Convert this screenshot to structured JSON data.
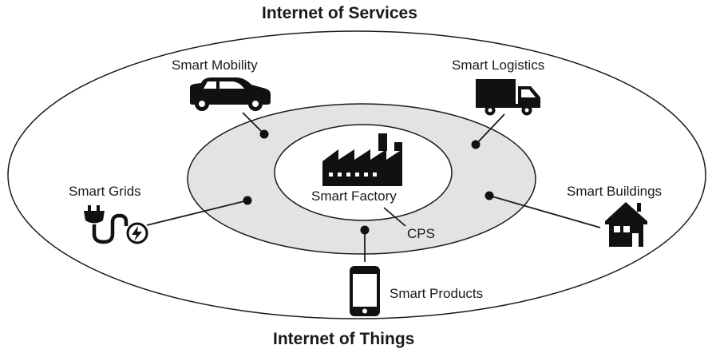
{
  "titles": {
    "top": "Internet of Services",
    "bottom": "Internet of Things"
  },
  "labels": {
    "smart_mobility": "Smart Mobility",
    "smart_logistics": "Smart Logistics",
    "smart_grids": "Smart Grids",
    "smart_buildings": "Smart Buildings",
    "smart_factory": "Smart Factory",
    "cps": "CPS",
    "smart_products": "Smart Products"
  },
  "colors": {
    "outline": "#1a1a1a",
    "cps_ring_fill": "#e3e3e3",
    "background": "#ffffff",
    "icon": "#111111"
  },
  "icons": [
    "car-icon",
    "truck-icon",
    "plug-icon",
    "house-icon",
    "factory-icon",
    "tablet-icon"
  ]
}
